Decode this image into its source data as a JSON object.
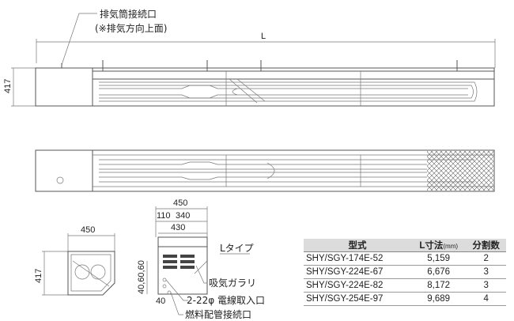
{
  "callout": {
    "exhaust_line1": "排気筒接続口",
    "exhaust_line2": "(※排気方向上面)",
    "intake_grille": "吸気ガラリ",
    "wire_inlet": "2-22φ 電線取入口",
    "fuel_pipe": "燃料配管接続口",
    "l_type": "Lタイプ"
  },
  "dims": {
    "L": "L",
    "h417_top": "417",
    "w450_side": "450",
    "h417_side": "417",
    "w450_front": "450",
    "w110": "110",
    "w340": "340",
    "w430": "430",
    "h_stack": "40,60,60",
    "h40": "40"
  },
  "table": {
    "headers": [
      "型式",
      "L寸法",
      "(mm)",
      "分割数"
    ],
    "rows": [
      [
        "SHY/SGY-174E-52",
        "5,159",
        "2"
      ],
      [
        "SHY/SGY-224E-67",
        "6,676",
        "3"
      ],
      [
        "SHY/SGY-224E-82",
        "8,172",
        "3"
      ],
      [
        "SHY/SGY-254E-97",
        "9,689",
        "4"
      ]
    ]
  }
}
